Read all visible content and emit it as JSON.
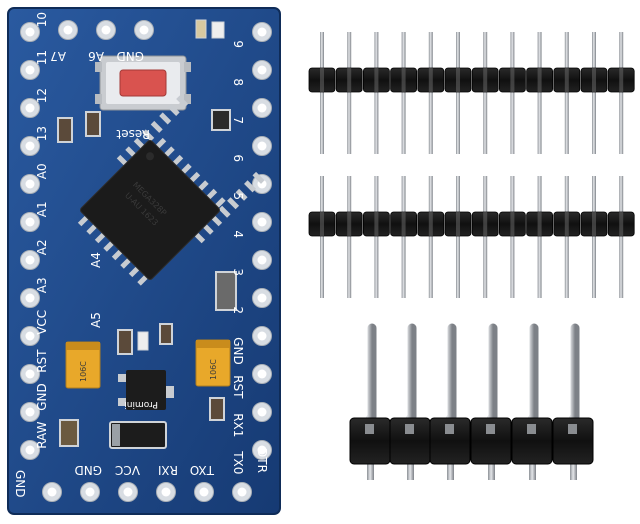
{
  "board": {
    "left_pin_labels": [
      "10",
      "11",
      "12",
      "13",
      "A0",
      "A1",
      "A2",
      "A3",
      "VCC",
      "RST",
      "GND",
      "RAW"
    ],
    "right_pin_labels": [
      "9",
      "8",
      "7",
      "6",
      "5",
      "4",
      "3",
      "2",
      "GND",
      "RST",
      "RX1",
      "TX0"
    ],
    "top_labels": [
      "A7",
      "A6",
      "GND"
    ],
    "bottom_labels": [
      "GND",
      "GND",
      "VCC",
      "RXI",
      "TXO",
      "DTR"
    ],
    "inner_labels": {
      "a4": "A4",
      "a5": "A5",
      "reset": "Reset",
      "promini": "Promini"
    },
    "capacitor_marking": "106C",
    "colors": {
      "pcb": "#1f4a8a",
      "pcb_dark": "#173a70",
      "pad": "#d8dde3",
      "chip": "#1b1b1b",
      "header_plastic": "#141414",
      "pin_metal": "#b9bdc2"
    }
  }
}
